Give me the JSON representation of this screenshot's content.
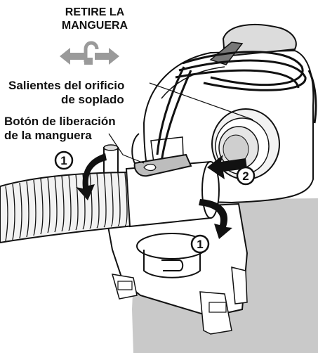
{
  "title": {
    "line1": "RETIRE LA",
    "line2": "MANGUERA"
  },
  "labels": {
    "blower_port_tabs": [
      "Salientes del orificio",
      "de soplado"
    ],
    "hose_release_button": [
      "Botón de liberación",
      "de la manguera"
    ]
  },
  "step_markers": [
    {
      "number": "1"
    },
    {
      "number": "2"
    },
    {
      "number": "1"
    }
  ],
  "icons": {
    "remove_arrows": "arrow-left-arrow-right-with-unlock-icon"
  },
  "colors": {
    "ink": "#111111",
    "arrow_gray": "#9a9a9a",
    "tank_gray": "#c8c8c8",
    "background": "#ffffff"
  }
}
